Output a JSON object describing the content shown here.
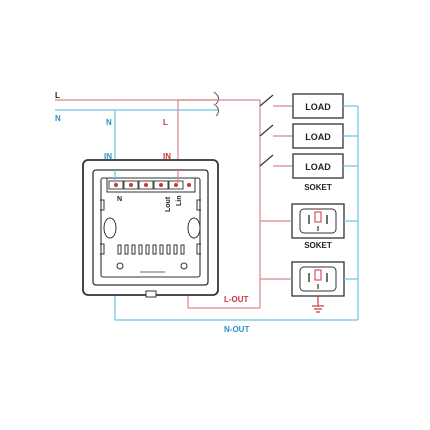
{
  "colors": {
    "live": "#c9353a",
    "neutral": "#6ec3e6",
    "device": "#333333",
    "label_neutral": "#2a8fc4"
  },
  "lines": {
    "live": "L",
    "neutral": "N",
    "l_out": "L-OUT",
    "n_out": "N-OUT"
  },
  "inputs": {
    "neutral_in": "IN",
    "live_in": "IN",
    "neutral_drop": "N",
    "live_drop": "L"
  },
  "terminals": {
    "n": "N",
    "lout": "Lout",
    "lin": "Lin"
  },
  "loads": [
    "LOAD",
    "LOAD",
    "LOAD"
  ],
  "sockets": [
    "SOKET",
    "SOKET"
  ]
}
